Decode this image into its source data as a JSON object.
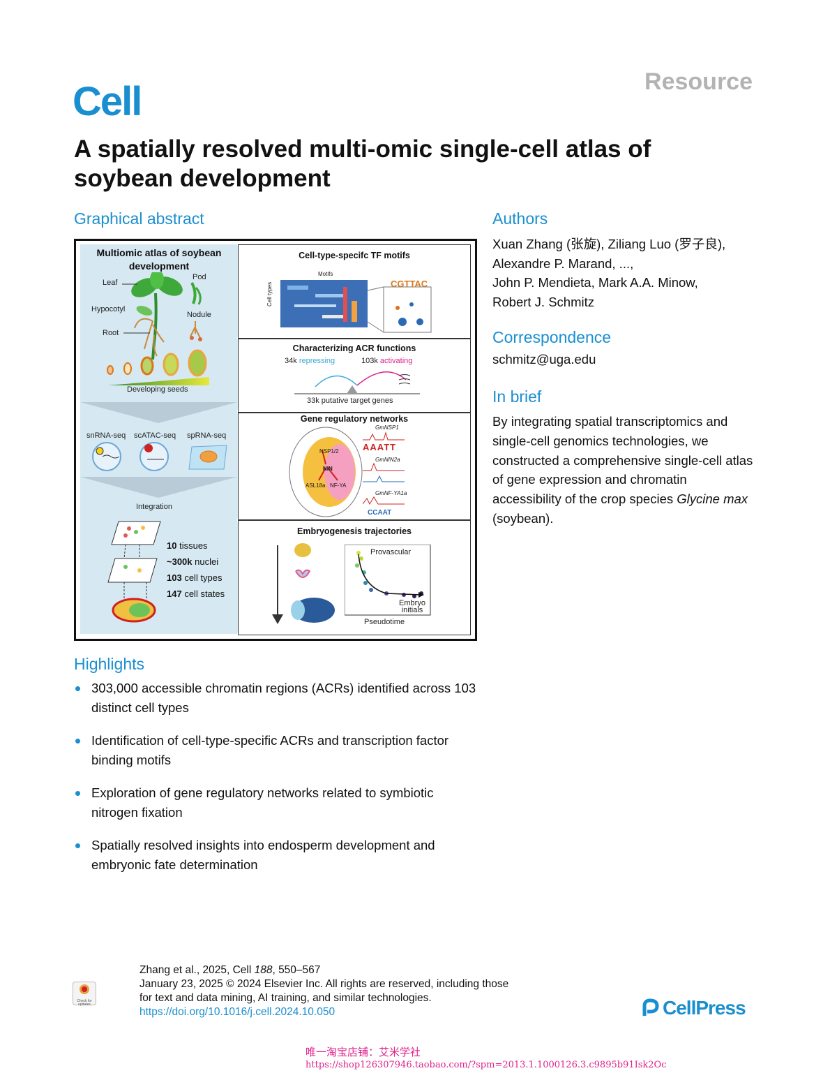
{
  "journal": "Cell",
  "article_type": "Resource",
  "title": "A spatially resolved multi-omic single-cell atlas of soybean development",
  "sections": {
    "graphical_abstract": "Graphical abstract",
    "authors": "Authors",
    "correspondence": "Correspondence",
    "in_brief": "In brief",
    "highlights": "Highlights"
  },
  "graphical_abstract": {
    "left": {
      "title": "Multiomic atlas of soybean development",
      "organs": {
        "leaf": "Leaf",
        "pod": "Pod",
        "hypocotyl": "Hypocotyl",
        "nodule": "Nodule",
        "root": "Root"
      },
      "seeds_label": "Developing seeds",
      "assays": [
        "snRNA-seq",
        "scATAC-seq",
        "spRNA-seq"
      ],
      "integration_label": "Integration",
      "stats": [
        {
          "num": "10",
          "unit": "tissues"
        },
        {
          "num": "~300k",
          "unit": "nuclei"
        },
        {
          "num": "103",
          "unit": "cell types"
        },
        {
          "num": "147",
          "unit": "cell states"
        }
      ]
    },
    "panel1": {
      "title": "Cell-type-specifc TF motifs",
      "x_label": "Motifs",
      "y_label": "Cell types"
    },
    "panel2": {
      "title": "Characterizing ACR functions",
      "repress_num": "34k",
      "repress_word": "repressing",
      "activate_num": "103k",
      "activate_word": "activating",
      "target_genes": "33k putative target genes"
    },
    "panel3": {
      "title": "Gene regulatory networks",
      "genes": [
        "GmNSP1",
        "GmNIN2a",
        "GmNF-YA1a"
      ],
      "nodes": [
        "NSP1/2",
        "NIN",
        "ASL18a",
        "NF-YA"
      ],
      "motif1": "AAATT",
      "motif2": "CCAAT"
    },
    "panel4": {
      "title": "Embryogenesis trajectories",
      "provascular": "Provascular",
      "embryo_initials": "Embryo initials",
      "pseudotime": "Pseudotime"
    }
  },
  "authors": {
    "line1": "Xuan Zhang (张旋), Ziliang Luo (罗子良),",
    "line2": "Alexandre P. Marand, ...,",
    "line3": "John P. Mendieta, Mark A.A. Minow,",
    "line4": "Robert J. Schmitz"
  },
  "correspondence_email": "schmitz@uga.edu",
  "in_brief": {
    "text_before": "By integrating spatial transcriptomics and single-cell genomics technologies, we constructed a comprehensive single-cell atlas of gene expression and chromatin accessibility of the crop species ",
    "species": "Glycine max",
    "text_after": " (soybean)."
  },
  "highlights": [
    "303,000 accessible chromatin regions (ACRs) identified across 103 distinct cell types",
    "Identification of cell-type-specific ACRs and transcription factor binding motifs",
    "Exploration of gene regulatory networks related to symbiotic nitrogen fixation",
    "Spatially resolved insights into endosperm development and embryonic fate determination"
  ],
  "citation": {
    "line1_prefix": "Zhang et al., 2025, Cell ",
    "volume": "188",
    "line1_suffix": ", 550–567",
    "line2": "January 23, 2025 © 2024 Elsevier Inc. All rights are reserved, including those",
    "line3": "for text and data mining, AI training, and similar technologies.",
    "doi": "https://doi.org/10.1016/j.cell.2024.10.050"
  },
  "check_updates": "Check for updates",
  "publisher": "CellPress",
  "watermark": {
    "line1": "唯一淘宝店铺：艾米学社",
    "line2": "https://shop126307946.taobao.com/?spm=2013.1.1000126.3.c9895b91Isk2Oc"
  },
  "colors": {
    "accent": "#1a8fd0",
    "resource_gray": "#b3b3b3",
    "panel_bg": "#d6e8f2",
    "watermark": "#e0208a"
  }
}
